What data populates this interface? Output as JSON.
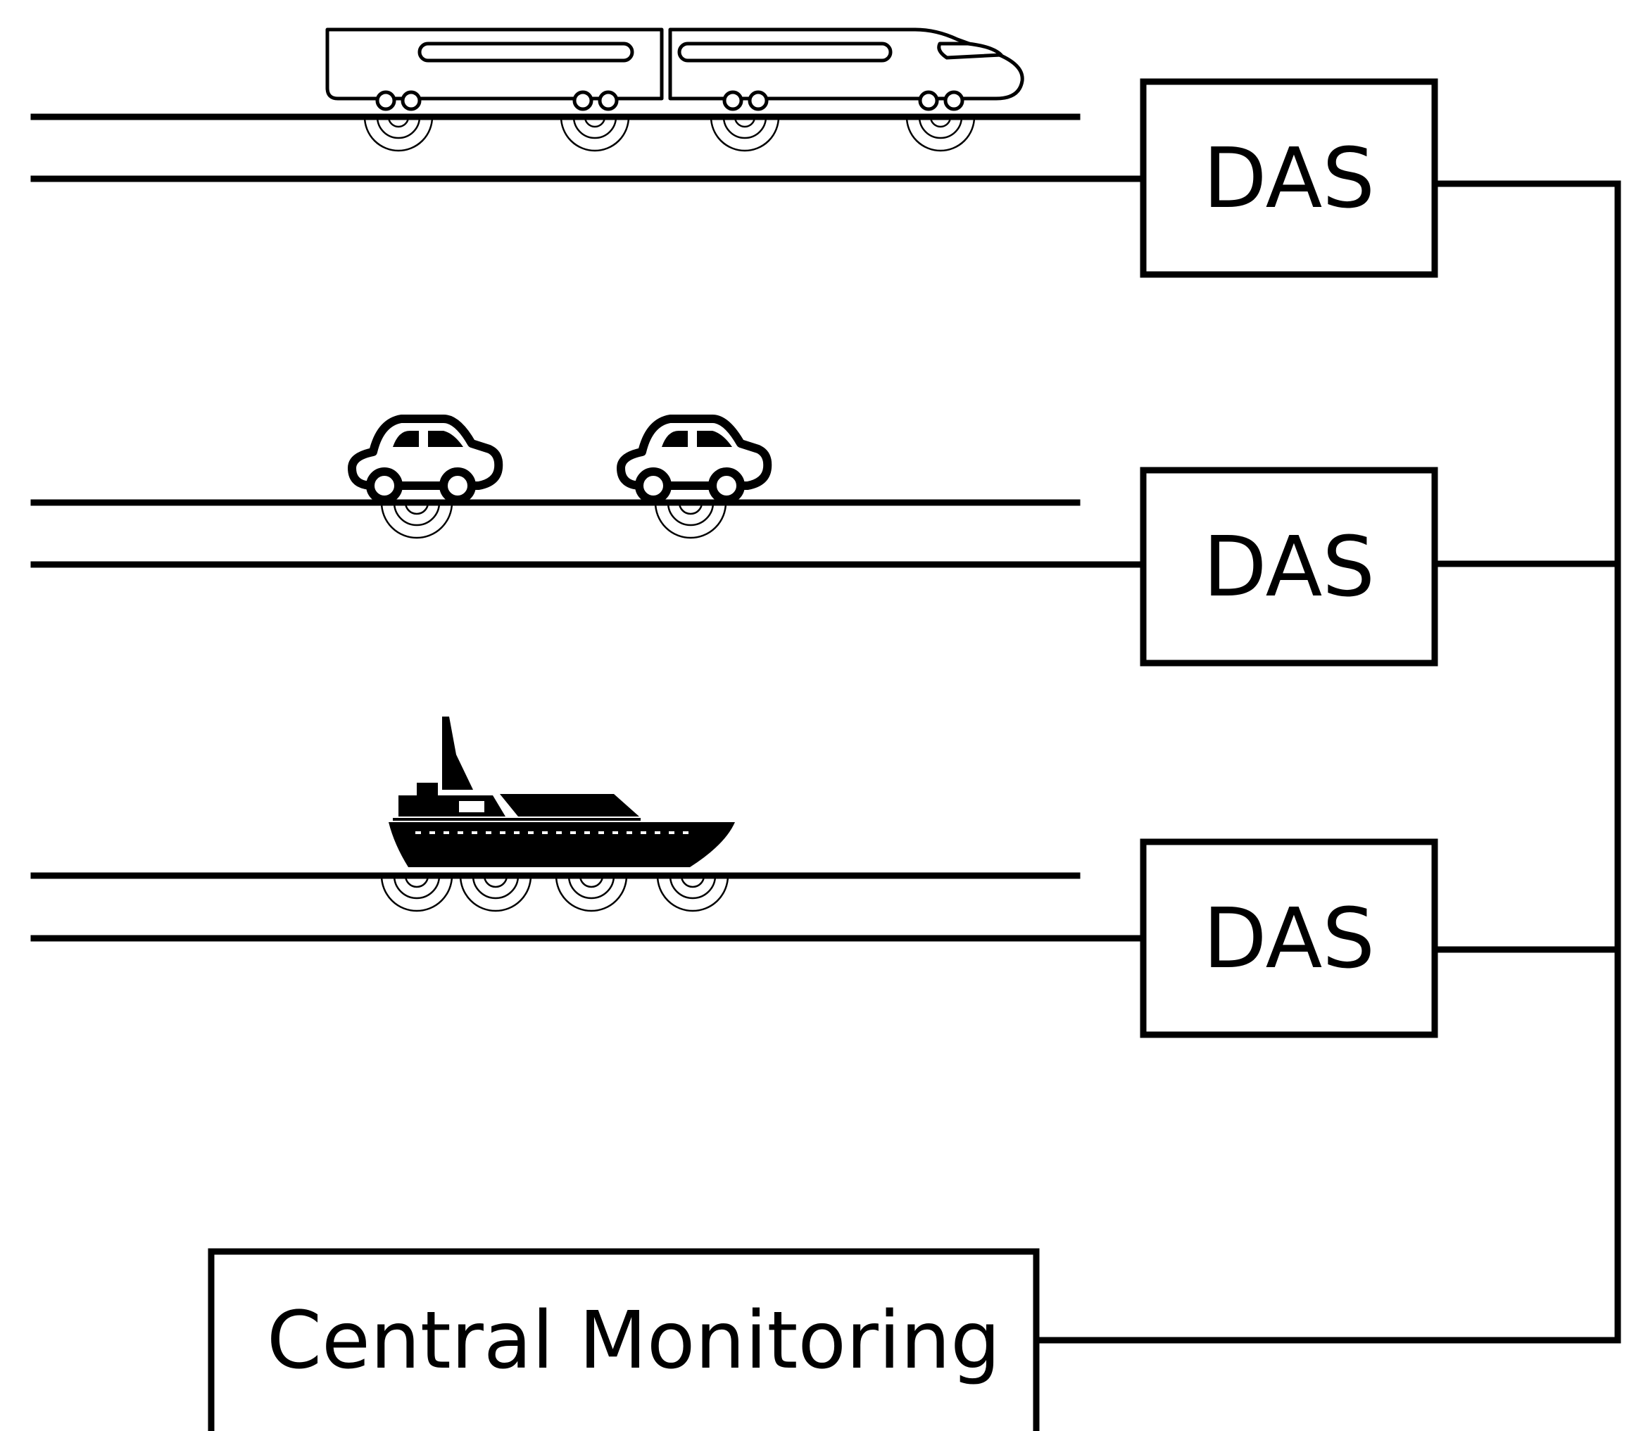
{
  "das_units": [
    {
      "label": "DAS",
      "vehicle": "train-icon"
    },
    {
      "label": "DAS",
      "vehicle": "car-icon"
    },
    {
      "label": "DAS",
      "vehicle": "ship-icon"
    }
  ],
  "central": {
    "label": "Central Monitoring"
  },
  "colors": {
    "stroke": "#000000",
    "background": "#ffffff"
  }
}
